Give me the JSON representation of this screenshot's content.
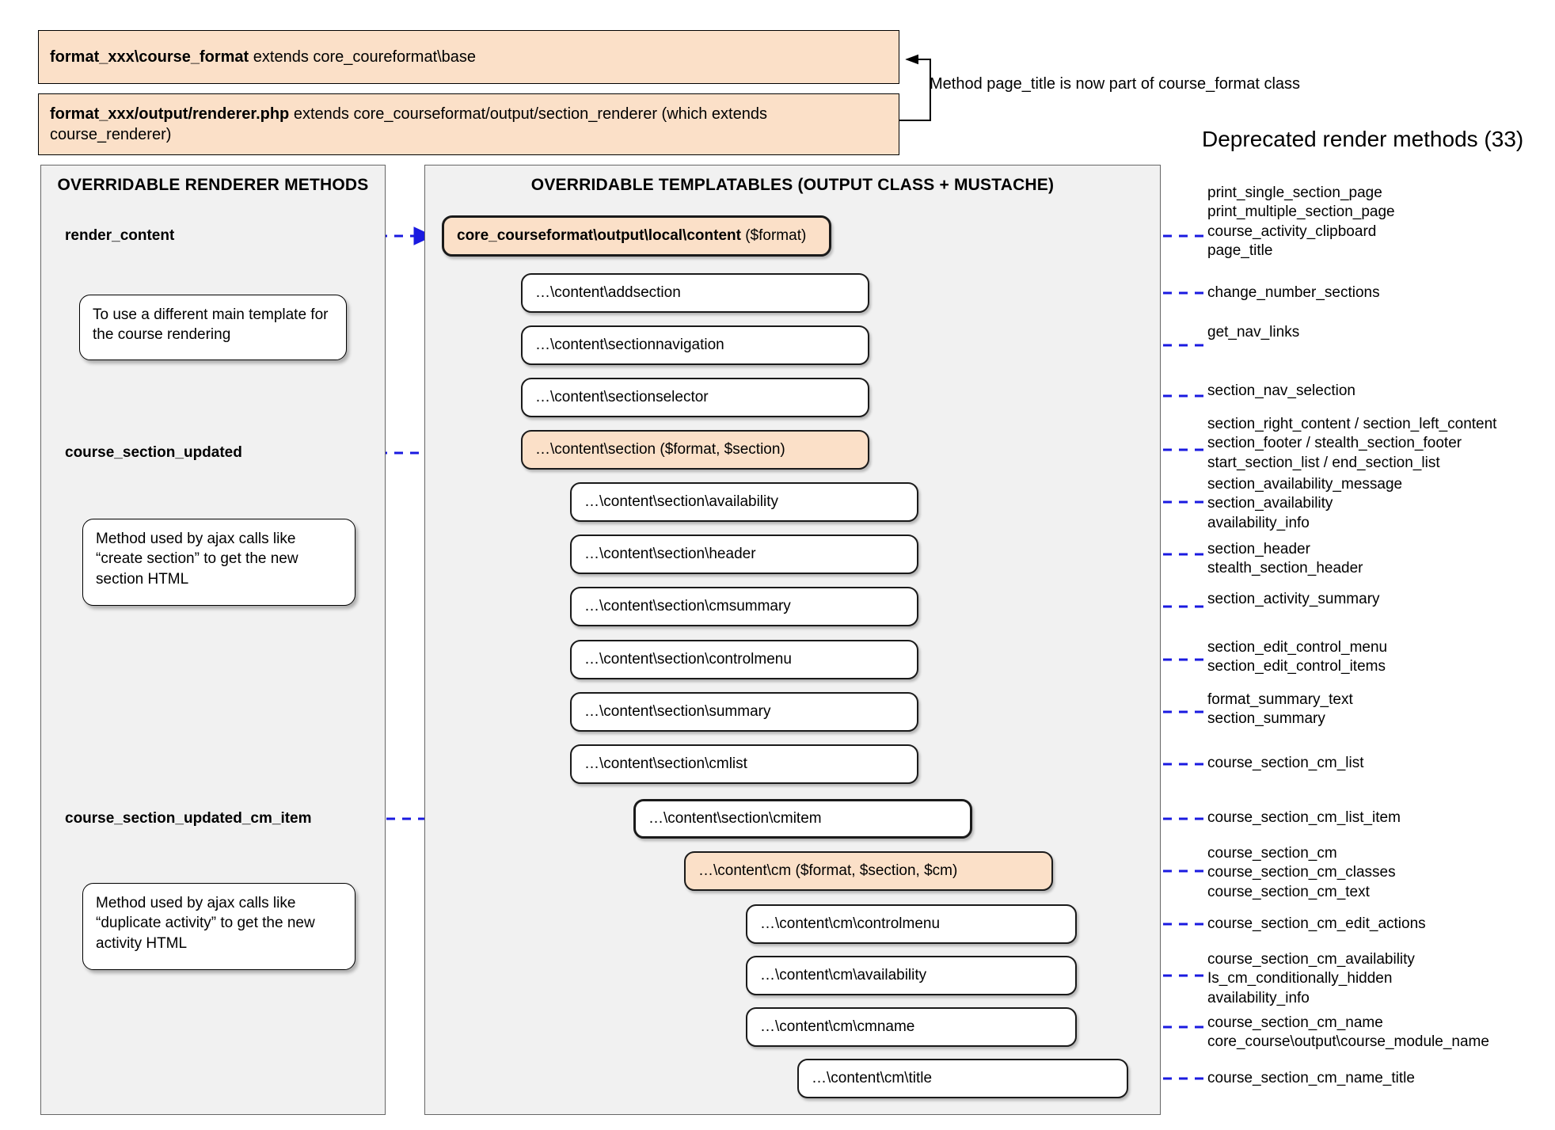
{
  "header": {
    "box1_bold": "format_xxx\\course_format",
    "box1_rest": " extends core_coureformat\\base",
    "box2_bold": "format_xxx/output/renderer.php",
    "box2_rest": " extends core_courseformat/output/section_renderer (which extends course_renderer)",
    "connector_note": "Method page_title is now part of course_format class"
  },
  "left_panel": {
    "title": "OVERRIDABLE RENDERER METHODS",
    "methods": [
      {
        "label": "render_content"
      },
      {
        "label": "course_section_updated"
      },
      {
        "label": "course_section_updated_cm_item"
      }
    ],
    "callouts": [
      {
        "text": "To use a different main template for the course rendering"
      },
      {
        "text": "Method used by ajax calls like “create section” to get the new section HTML"
      },
      {
        "text": "Method used by ajax calls like “duplicate activity” to get the new activity HTML"
      }
    ]
  },
  "middle_panel": {
    "title": "OVERRIDABLE TEMPLATABLES (OUTPUT CLASS + MUSTACHE)",
    "boxes": [
      {
        "bold": "core_courseformat\\output\\local\\content",
        "rest": " ($format)",
        "accent": true
      },
      {
        "bold": "",
        "rest": "…\\content\\addsection",
        "accent": false
      },
      {
        "bold": "",
        "rest": "…\\content\\sectionnavigation",
        "accent": false
      },
      {
        "bold": "",
        "rest": "…\\content\\sectionselector",
        "accent": false
      },
      {
        "bold": "",
        "rest": "…\\content\\section ($format, $section)",
        "accent": true
      },
      {
        "bold": "",
        "rest": "…\\content\\section\\availability",
        "accent": false
      },
      {
        "bold": "",
        "rest": "…\\content\\section\\header",
        "accent": false
      },
      {
        "bold": "",
        "rest": "…\\content\\section\\cmsummary",
        "accent": false
      },
      {
        "bold": "",
        "rest": "…\\content\\section\\controlmenu",
        "accent": false
      },
      {
        "bold": "",
        "rest": "…\\content\\section\\summary",
        "accent": false
      },
      {
        "bold": "",
        "rest": "…\\content\\section\\cmlist",
        "accent": false
      },
      {
        "bold": "",
        "rest": "…\\content\\section\\cmitem",
        "accent": false
      },
      {
        "bold": "",
        "rest": "…\\content\\cm ($format, $section, $cm)",
        "accent": true
      },
      {
        "bold": "",
        "rest": "…\\content\\cm\\controlmenu",
        "accent": false
      },
      {
        "bold": "",
        "rest": "…\\content\\cm\\availability",
        "accent": false
      },
      {
        "bold": "",
        "rest": "…\\content\\cm\\cmname",
        "accent": false
      },
      {
        "bold": "",
        "rest": "…\\content\\cm\\title",
        "accent": false
      }
    ]
  },
  "right_panel": {
    "title": "Deprecated render methods (33)",
    "groups": [
      {
        "lines": [
          "print_single_section_page",
          "print_multiple_section_page",
          "course_activity_clipboard",
          "page_title"
        ]
      },
      {
        "lines": [
          "change_number_sections"
        ]
      },
      {
        "lines": [
          "get_nav_links"
        ]
      },
      {
        "lines": [
          "section_nav_selection"
        ]
      },
      {
        "lines": [
          "section_right_content / section_left_content",
          "section_footer / stealth_section_footer",
          "start_section_list / end_section_list"
        ]
      },
      {
        "lines": [
          "section_availability_message",
          "section_availability",
          "availability_info"
        ]
      },
      {
        "lines": [
          "section_header",
          "stealth_section_header"
        ]
      },
      {
        "lines": [
          "section_activity_summary"
        ]
      },
      {
        "lines": [
          "section_edit_control_menu",
          "section_edit_control_items"
        ]
      },
      {
        "lines": [
          "format_summary_text",
          "section_summary"
        ]
      },
      {
        "lines": [
          "course_section_cm_list"
        ]
      },
      {
        "lines": [
          "course_section_cm_list_item"
        ]
      },
      {
        "lines": [
          "course_section_cm",
          "course_section_cm_classes",
          "course_section_cm_text"
        ]
      },
      {
        "lines": [
          "course_section_cm_edit_actions"
        ]
      },
      {
        "lines": [
          "course_section_cm_availability",
          "Is_cm_conditionally_hidden",
          "availability_info"
        ]
      },
      {
        "lines": [
          "course_section_cm_name",
          "core_course\\output\\course_module_name"
        ]
      },
      {
        "lines": [
          "course_section_cm_name_title"
        ]
      }
    ]
  },
  "colors": {
    "accent_fill": "#fbe0c8",
    "panel_fill": "#f1f1f1",
    "arrow_blue": "#1a1ae0",
    "border_dark": "#1a1a1a"
  }
}
